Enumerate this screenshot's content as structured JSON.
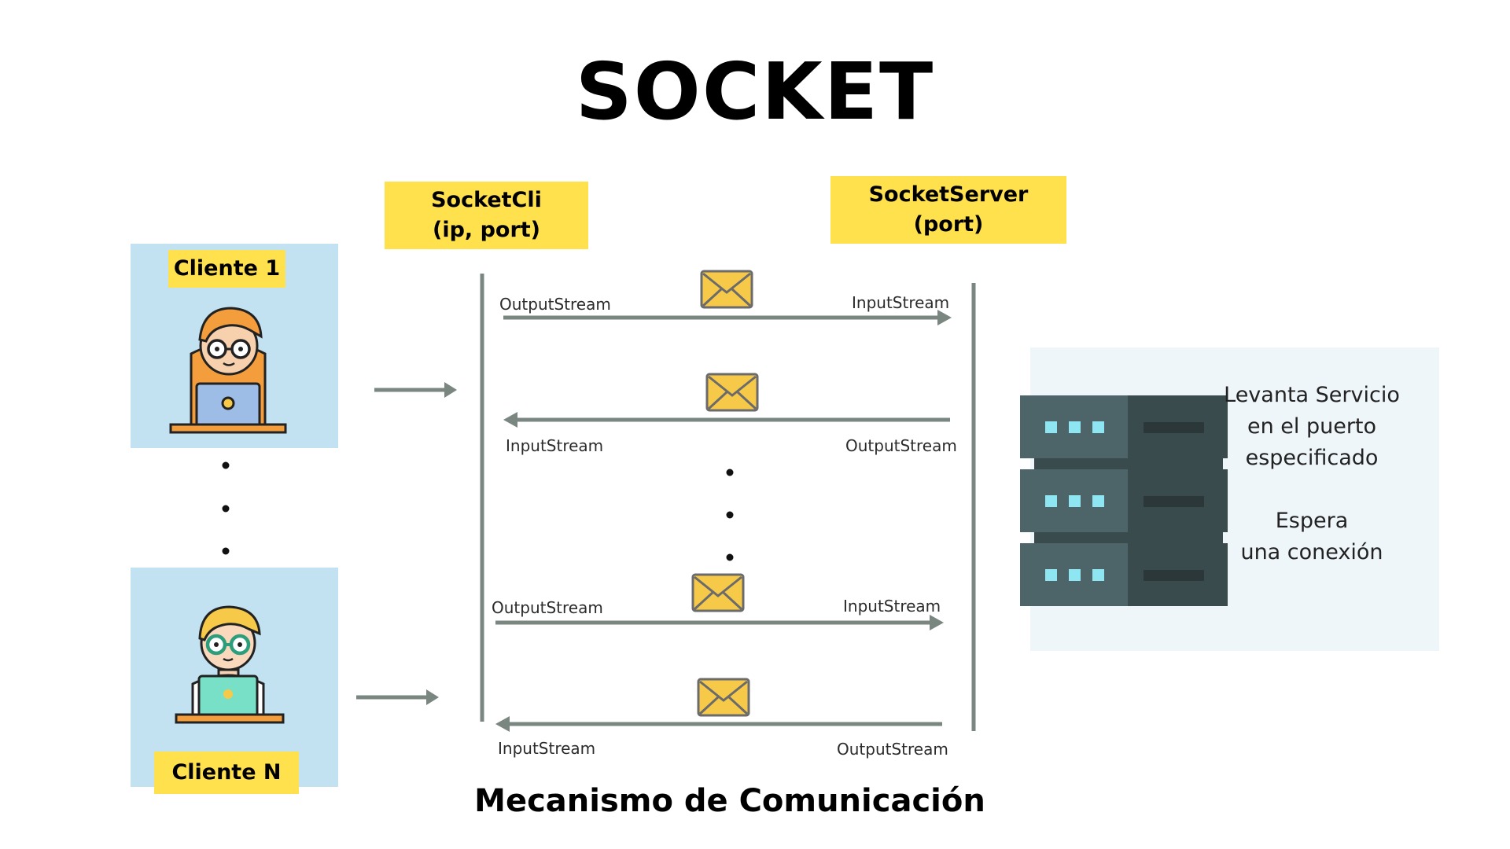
{
  "title": "SOCKET",
  "footer": "Mecanismo de Comunicación",
  "socket_client": {
    "line1": "SocketCli",
    "line2": "(ip, port)"
  },
  "socket_server": {
    "line1": "SocketServer",
    "line2": "(port)"
  },
  "clients": [
    {
      "label": "Cliente 1"
    },
    {
      "label": "Cliente N"
    }
  ],
  "streams": {
    "output": "OutputStream",
    "input": "InputStream"
  },
  "server_info": {
    "line1": "Levanta  Servicio",
    "line2": "en el puerto",
    "line3": "especificado",
    "line4": "Espera",
    "line5": "una conexión"
  },
  "colors": {
    "highlight": "#ffe14e",
    "client_panel": "#c2e1f1",
    "server_panel": "#eef6fa",
    "arrow": "#7a8680",
    "envelope": "#f7c948",
    "server_light": "#4d6468",
    "server_dark": "#3a4b4d",
    "server_led": "#8de6f2"
  },
  "icons": [
    "person-laptop-icon",
    "envelope-icon",
    "server-rack-icon",
    "arrow-right-icon",
    "arrow-left-icon"
  ]
}
